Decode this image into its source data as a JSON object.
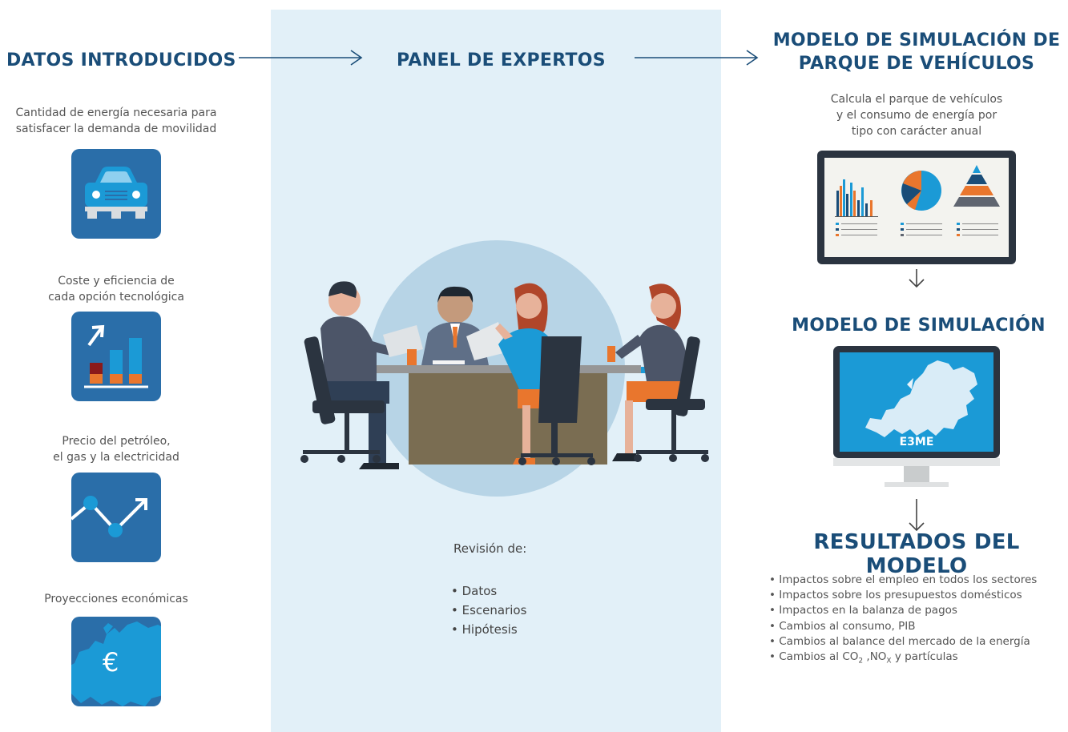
{
  "colors": {
    "heading": "#1a4d78",
    "icon_bg": "#2a6ea9",
    "accent_blue": "#1b9ad6",
    "accent_orange": "#e9762d",
    "panel_bg": "#e2f0f8",
    "dark_red": "#8b1a1a"
  },
  "left": {
    "title": "DATOS INTRODUCIDOS",
    "items": [
      {
        "line1": "Cantidad de energía necesaria para",
        "line2": "satisfacer la demanda de movilidad",
        "icon": "car-icon"
      },
      {
        "line1": "Coste y eficiencia de",
        "line2": "cada opción tecnológica",
        "icon": "bar-chart-icon"
      },
      {
        "line1": "Precio del petróleo,",
        "line2": "el gas y la electricidad",
        "icon": "line-chart-icon"
      },
      {
        "line1": "Proyecciones económicas",
        "line2": "",
        "icon": "europe-euro-icon"
      }
    ],
    "euro_symbol": "€"
  },
  "middle": {
    "title": "PANEL DE EXPERTOS",
    "review_title": "Revisión de:",
    "review_items": [
      "• Datos",
      "• Escenarios",
      "• Hipótesis"
    ],
    "illustration": "expert-meeting-illustration"
  },
  "right": {
    "title_line1": "MODELO DE SIMULACIÓN DE",
    "title_line2": "PARQUE DE VEHÍCULOS",
    "desc_line1": "Calcula el parque de vehículos",
    "desc_line2": "y el consumo de energía por",
    "desc_line3": "tipo con carácter anual",
    "sim_title": "MODELO DE SIMULACIÓN",
    "monitor_label": "E3ME",
    "results_title": "RESULTADOS DEL MODELO",
    "results": [
      "• Impactos sobre el empleo en todos los sectores",
      "• Impactos sobre los presupuestos domésticos",
      "• Impactos en la balanza de pagos",
      "• Cambios al consumo, PIB",
      "• Cambios al balance del mercado de la energía"
    ],
    "last_result_prefix": "• Cambios al CO",
    "last_result_sub1": "2",
    "last_result_mid": " ,NO",
    "last_result_sub2": "X",
    "last_result_suffix": " y partículas"
  }
}
